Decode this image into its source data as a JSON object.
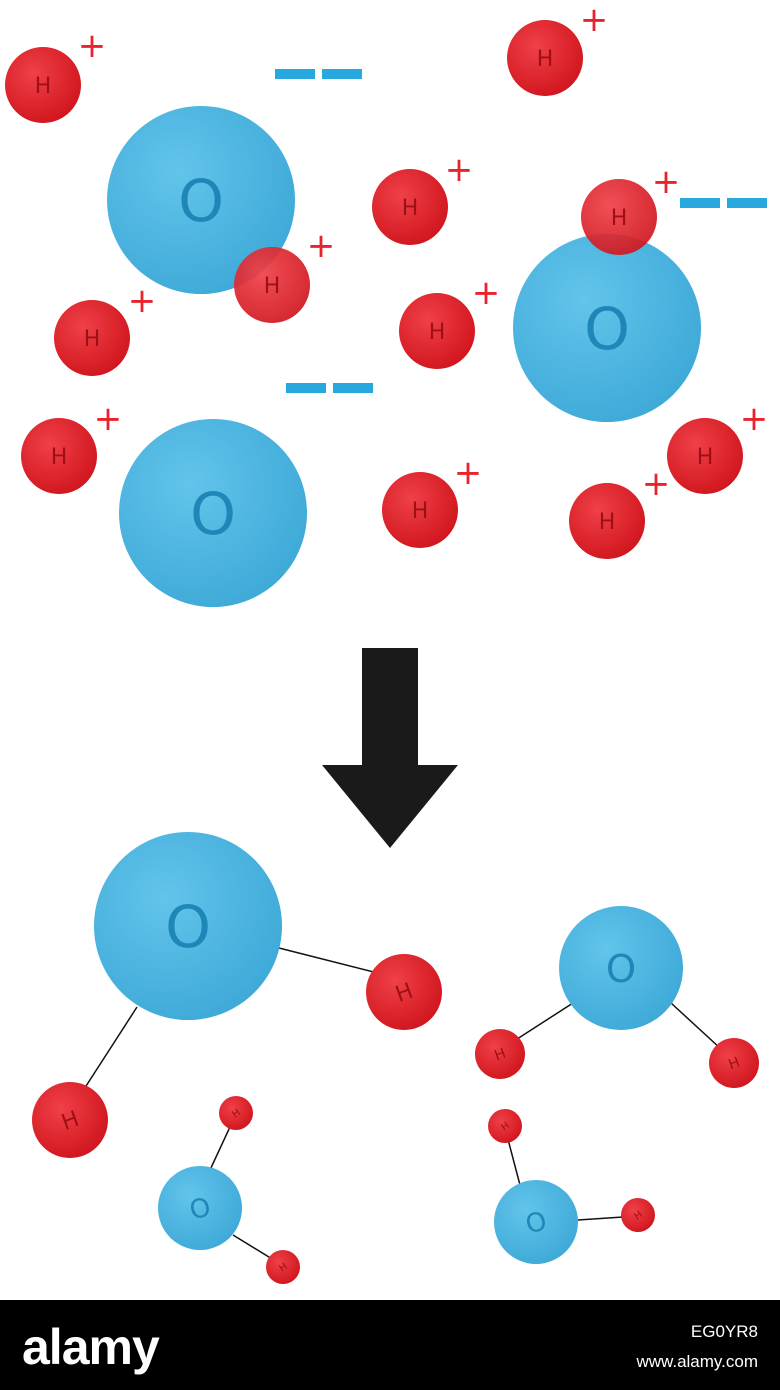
{
  "colors": {
    "oxygen": "#4ab6e0",
    "oxygen_text": "#1f86b8",
    "hydrogen": "#e8232c",
    "hydrogen_text": "#9e1016",
    "charge_plus": "#e8232c",
    "charge_minus": "#27a8df",
    "arrow": "#1a1a1a",
    "bond": "#111111",
    "footer_bg": "#000000",
    "footer_text": "#ffffff"
  },
  "labels": {
    "oxygen": "O",
    "hydrogen": "H",
    "plus": "+"
  },
  "icons": {
    "reaction_arrow": "down-arrow-icon"
  },
  "footer": {
    "brand": "alamy",
    "image_id": "EG0YR8",
    "site": "www.alamy.com"
  }
}
